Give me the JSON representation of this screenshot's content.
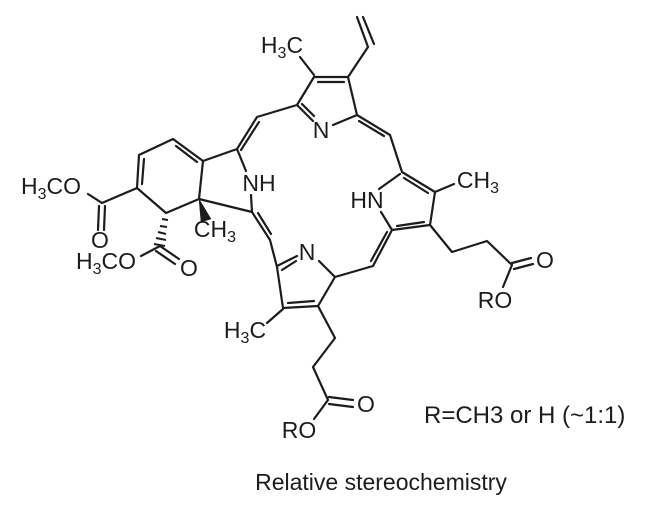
{
  "molecule": {
    "caption": "Relative stereochemistry",
    "r_note": "R=CH3 or H (~1:1)",
    "colors": {
      "line": "#1c1c1c",
      "background": "#ffffff"
    },
    "labels": {
      "methyl_top": {
        "pre": "H",
        "sub": "3",
        "post": "C"
      },
      "methyl_ring_c": {
        "pre": "CH",
        "sub": "3",
        "post": ""
      },
      "methyl_wedge": {
        "pre": "CH",
        "sub": "3",
        "post": ""
      },
      "methyl_ring_d": {
        "pre": "H",
        "sub": "3",
        "post": "C"
      },
      "methoxy_upper": {
        "pre": "H",
        "sub": "3",
        "post": "CO"
      },
      "methoxy_lower": {
        "pre": "H",
        "sub": "3",
        "post": "CO"
      },
      "nitrogen_top": "N",
      "nh_left": "NH",
      "hn_right": "HN",
      "nitrogen_bottom": "N",
      "carbonyl_o_upper": "O",
      "carbonyl_o_lower": "O",
      "carbonyl_o_right": "O",
      "carbonyl_o_bottom": "O",
      "ro_right": "RO",
      "ro_bottom": "RO"
    }
  }
}
